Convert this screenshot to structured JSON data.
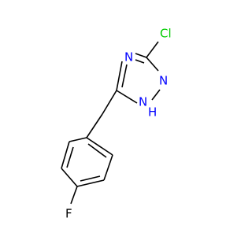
{
  "molecule": {
    "atoms": {
      "chlorine": {
        "symbol": "Cl",
        "color": "#00cc00"
      },
      "n_top": {
        "symbol": "N",
        "color": "#0000ff"
      },
      "n_right": {
        "symbol": "N",
        "color": "#0000ff"
      },
      "nh": {
        "symbol": "N",
        "color": "#0000ff"
      },
      "nh_hydrogen": {
        "symbol": "H",
        "color": "#0000ff"
      },
      "fluorine": {
        "symbol": "F",
        "color": "#000000"
      }
    },
    "bond_color": "#000000"
  }
}
